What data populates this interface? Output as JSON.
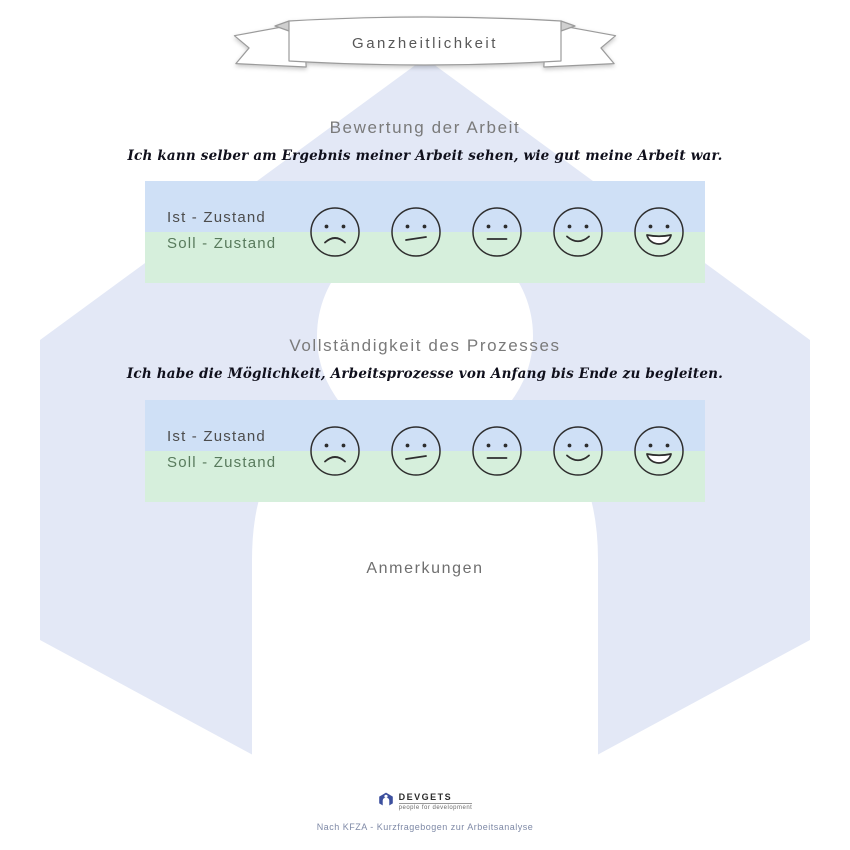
{
  "banner": {
    "title": "Ganzheitlichkeit"
  },
  "sections": [
    {
      "heading": "Bewertung der Arbeit",
      "subtitle": "Ich kann selber am Ergebnis meiner Arbeit sehen, wie gut meine Arbeit war.",
      "row_labels": {
        "ist": "Ist - Zustand",
        "soll": "Soll - Zustand"
      }
    },
    {
      "heading": "Vollständigkeit des Prozesses",
      "subtitle": "Ich habe die Möglichkeit, Arbeitsprozesse von Anfang bis Ende zu begleiten.",
      "row_labels": {
        "ist": "Ist - Zustand",
        "soll": "Soll - Zustand"
      }
    }
  ],
  "smiley_scale": [
    "very-sad",
    "sad",
    "neutral",
    "happy",
    "very-happy"
  ],
  "notes_label": "Anmerkungen",
  "footer": {
    "brand": "DEVGETS",
    "tagline": "people for development",
    "attribution": "Nach KFZA - Kurzfragebogen zur Arbeitsanalyse"
  },
  "colors": {
    "watermark": "#e3e8f6",
    "band_ist": "#cfe0f6",
    "band_soll": "#d6efdc",
    "logo_blue": "#3c4f9e"
  }
}
